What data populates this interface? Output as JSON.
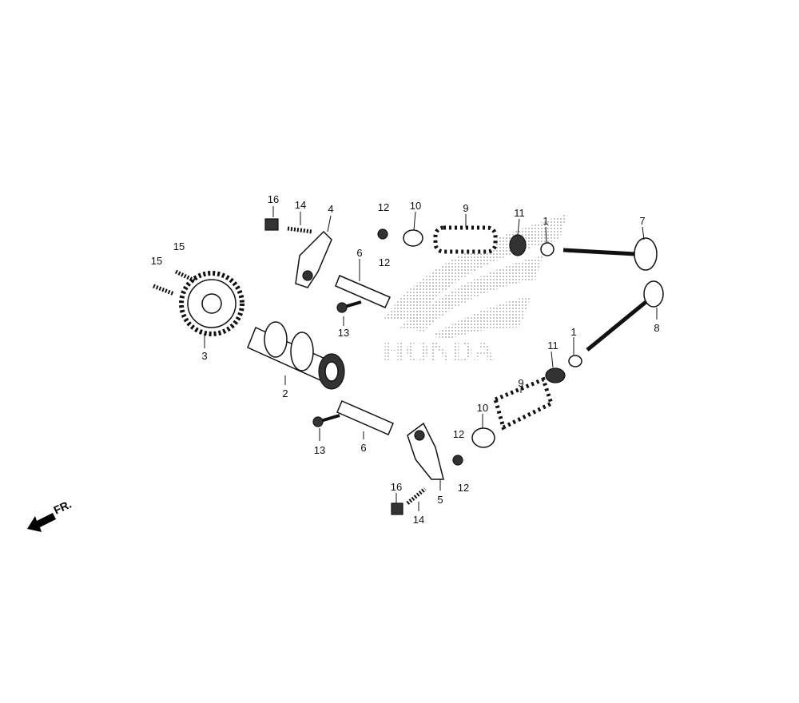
{
  "diagram": {
    "watermark_logo_text": "HONDA",
    "front_indicator": "FR.",
    "callouts": [
      {
        "id": "c16a",
        "label": "16"
      },
      {
        "id": "c14a",
        "label": "14"
      },
      {
        "id": "c4",
        "label": "4"
      },
      {
        "id": "c12a",
        "label": "12"
      },
      {
        "id": "c10a",
        "label": "10"
      },
      {
        "id": "c9a",
        "label": "9"
      },
      {
        "id": "c11a",
        "label": "11"
      },
      {
        "id": "c1a",
        "label": "1"
      },
      {
        "id": "c7",
        "label": "7"
      },
      {
        "id": "c15a",
        "label": "15"
      },
      {
        "id": "c15b",
        "label": "15"
      },
      {
        "id": "c12b",
        "label": "12"
      },
      {
        "id": "c6a",
        "label": "6"
      },
      {
        "id": "c13a",
        "label": "13"
      },
      {
        "id": "c3",
        "label": "3"
      },
      {
        "id": "c2",
        "label": "2"
      },
      {
        "id": "c11b",
        "label": "11"
      },
      {
        "id": "c1b",
        "label": "1"
      },
      {
        "id": "c8",
        "label": "8"
      },
      {
        "id": "c9b",
        "label": "9"
      },
      {
        "id": "c10b",
        "label": "10"
      },
      {
        "id": "c12c",
        "label": "12"
      },
      {
        "id": "c13b",
        "label": "13"
      },
      {
        "id": "c6b",
        "label": "6"
      },
      {
        "id": "c5",
        "label": "5"
      },
      {
        "id": "c12d",
        "label": "12"
      },
      {
        "id": "c16b",
        "label": "16"
      },
      {
        "id": "c14b",
        "label": "14"
      }
    ]
  }
}
